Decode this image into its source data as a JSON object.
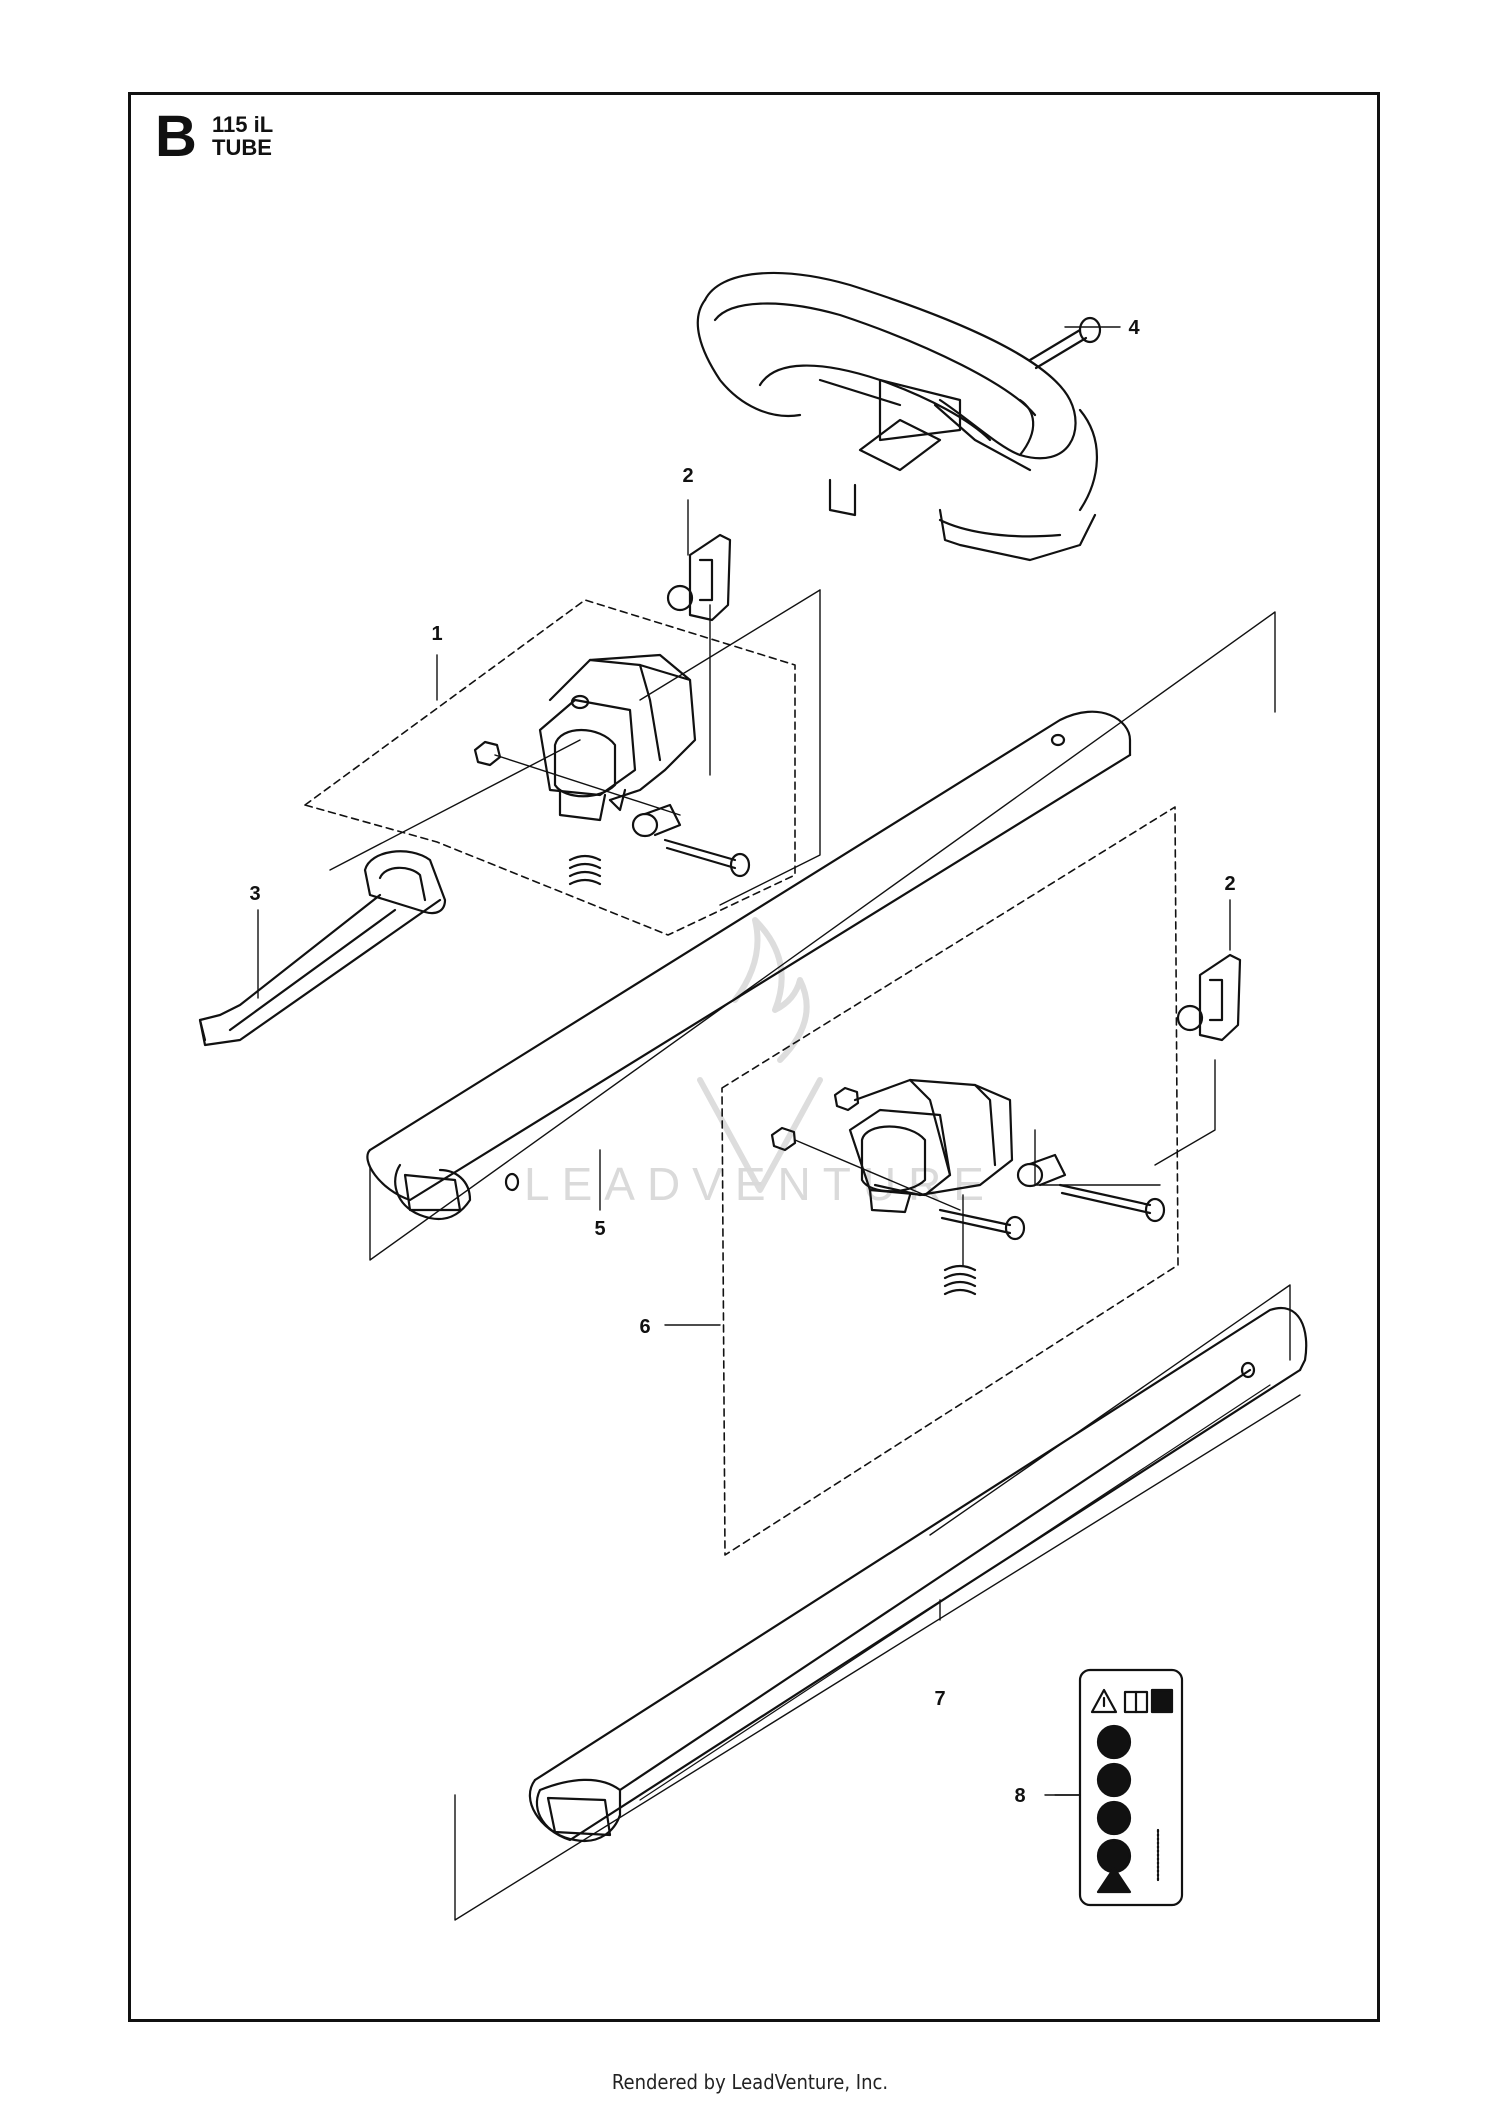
{
  "header": {
    "section_letter": "B",
    "model": "115 iL",
    "title": "TUBE"
  },
  "callouts": [
    "1",
    "2",
    "3",
    "4",
    "5",
    "2",
    "6",
    "7",
    "8"
  ],
  "watermark": "LEADVENTURE",
  "footer": "Rendered by LeadVenture, Inc.",
  "colors": {
    "line": "#111111",
    "watermark": "#d8d8d8"
  }
}
